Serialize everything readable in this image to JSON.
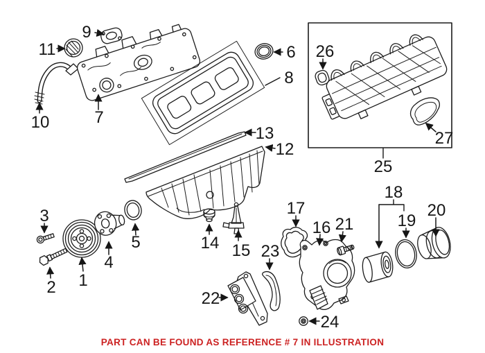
{
  "page": {
    "background": "#ffffff"
  },
  "diagram": {
    "line_color": "#1b1b1b",
    "callout_color": "#161616",
    "callouts": [
      {
        "label": "1"
      },
      {
        "label": "2"
      },
      {
        "label": "3"
      },
      {
        "label": "4"
      },
      {
        "label": "5"
      },
      {
        "label": "6"
      },
      {
        "label": "7"
      },
      {
        "label": "8"
      },
      {
        "label": "9"
      },
      {
        "label": "10"
      },
      {
        "label": "11"
      },
      {
        "label": "12"
      },
      {
        "label": "13"
      },
      {
        "label": "14"
      },
      {
        "label": "15"
      },
      {
        "label": "16"
      },
      {
        "label": "17"
      },
      {
        "label": "18"
      },
      {
        "label": "19"
      },
      {
        "label": "20"
      },
      {
        "label": "21"
      },
      {
        "label": "22"
      },
      {
        "label": "23"
      },
      {
        "label": "24"
      },
      {
        "label": "25"
      },
      {
        "label": "26"
      },
      {
        "label": "27"
      }
    ]
  },
  "caption": {
    "text": "PART CAN BE FOUND AS REFERENCE # 7 IN ILLUSTRATION",
    "reference_number": "7",
    "color": "#cc2222"
  }
}
